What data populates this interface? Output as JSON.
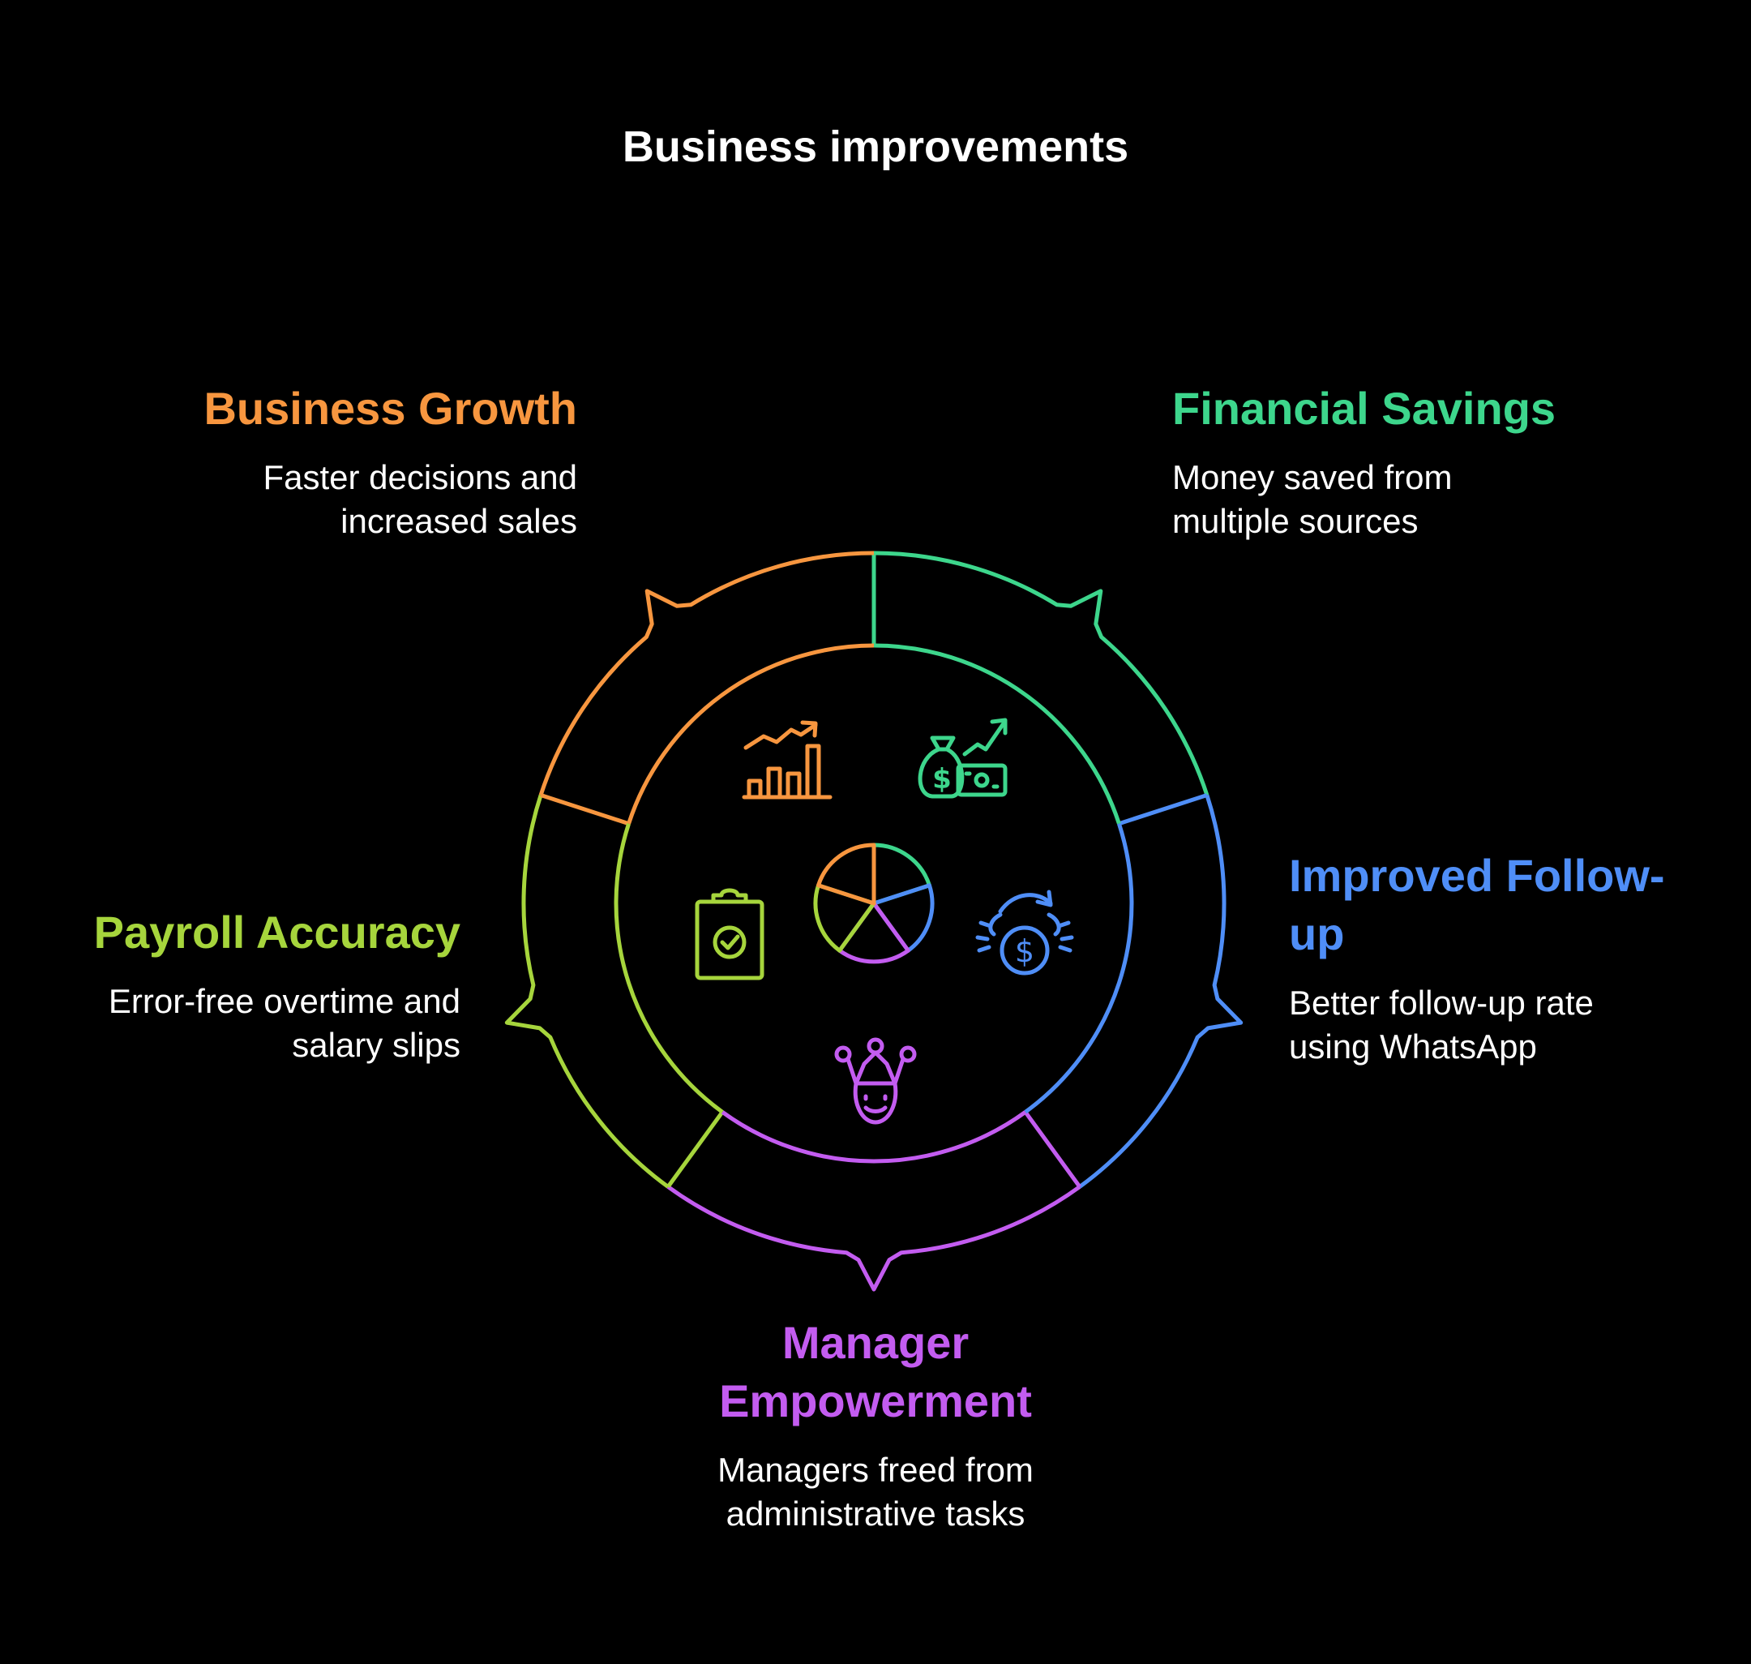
{
  "title": "Business improvements",
  "colors": {
    "background": "#000000",
    "business_growth": "#F7963F",
    "financial_savings": "#3DD68C",
    "improved_followup": "#4F8EF7",
    "manager_empowerment": "#C35CF0",
    "payroll_accuracy": "#A6D53C"
  },
  "sections": [
    {
      "id": "business-growth",
      "heading": "Business Growth",
      "description_lines": [
        "Faster decisions and",
        "increased sales"
      ],
      "color": "#F7963F",
      "icon": "bar-chart-growth-icon"
    },
    {
      "id": "financial-savings",
      "heading": "Financial Savings",
      "description_lines": [
        "Money saved from",
        "multiple sources"
      ],
      "color": "#3DD68C",
      "icon": "money-bag-growth-icon"
    },
    {
      "id": "improved-followup",
      "heading_lines": [
        "Improved Follow-",
        "up"
      ],
      "description_lines": [
        "Better follow-up rate",
        "using WhatsApp"
      ],
      "color": "#4F8EF7",
      "icon": "dollar-cycle-icon"
    },
    {
      "id": "manager-empowerment",
      "heading_lines": [
        "Manager",
        "Empowerment"
      ],
      "description_lines": [
        "Managers freed from",
        "administrative tasks"
      ],
      "color": "#C35CF0",
      "icon": "crowned-person-icon"
    },
    {
      "id": "payroll-accuracy",
      "heading": "Payroll Accuracy",
      "description_lines": [
        "Error-free overtime and",
        "salary slips"
      ],
      "color": "#A6D53C",
      "icon": "clipboard-check-icon"
    }
  ]
}
